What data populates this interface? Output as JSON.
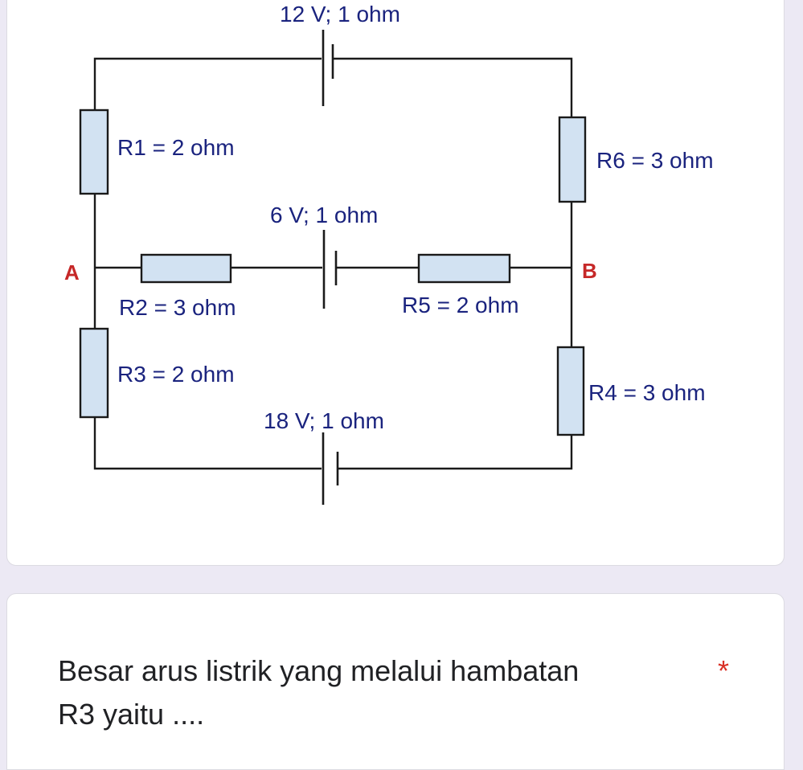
{
  "circuit": {
    "battery_top": "12 V; 1 ohm",
    "battery_middle": "6 V; 1 ohm",
    "battery_bottom": "18 V; 1 ohm",
    "r1": "R1 = 2 ohm",
    "r2": "R2 = 3 ohm",
    "r3": "R3 = 2 ohm",
    "r4": "R4 = 3 ohm",
    "r5": "R5 = 2 ohm",
    "r6": "R6 = 3 ohm",
    "node_a": "A",
    "node_b": "B"
  },
  "question": {
    "text": "Besar arus listrik yang melalui hambatan\nR3 yaitu ....",
    "required_marker": "*"
  },
  "colors": {
    "label_text": "#1a237e",
    "node_text": "#c62828",
    "resistor_fill": "#d2e2f2",
    "required_marker": "#d93025",
    "page_background": "#ece9f4"
  }
}
